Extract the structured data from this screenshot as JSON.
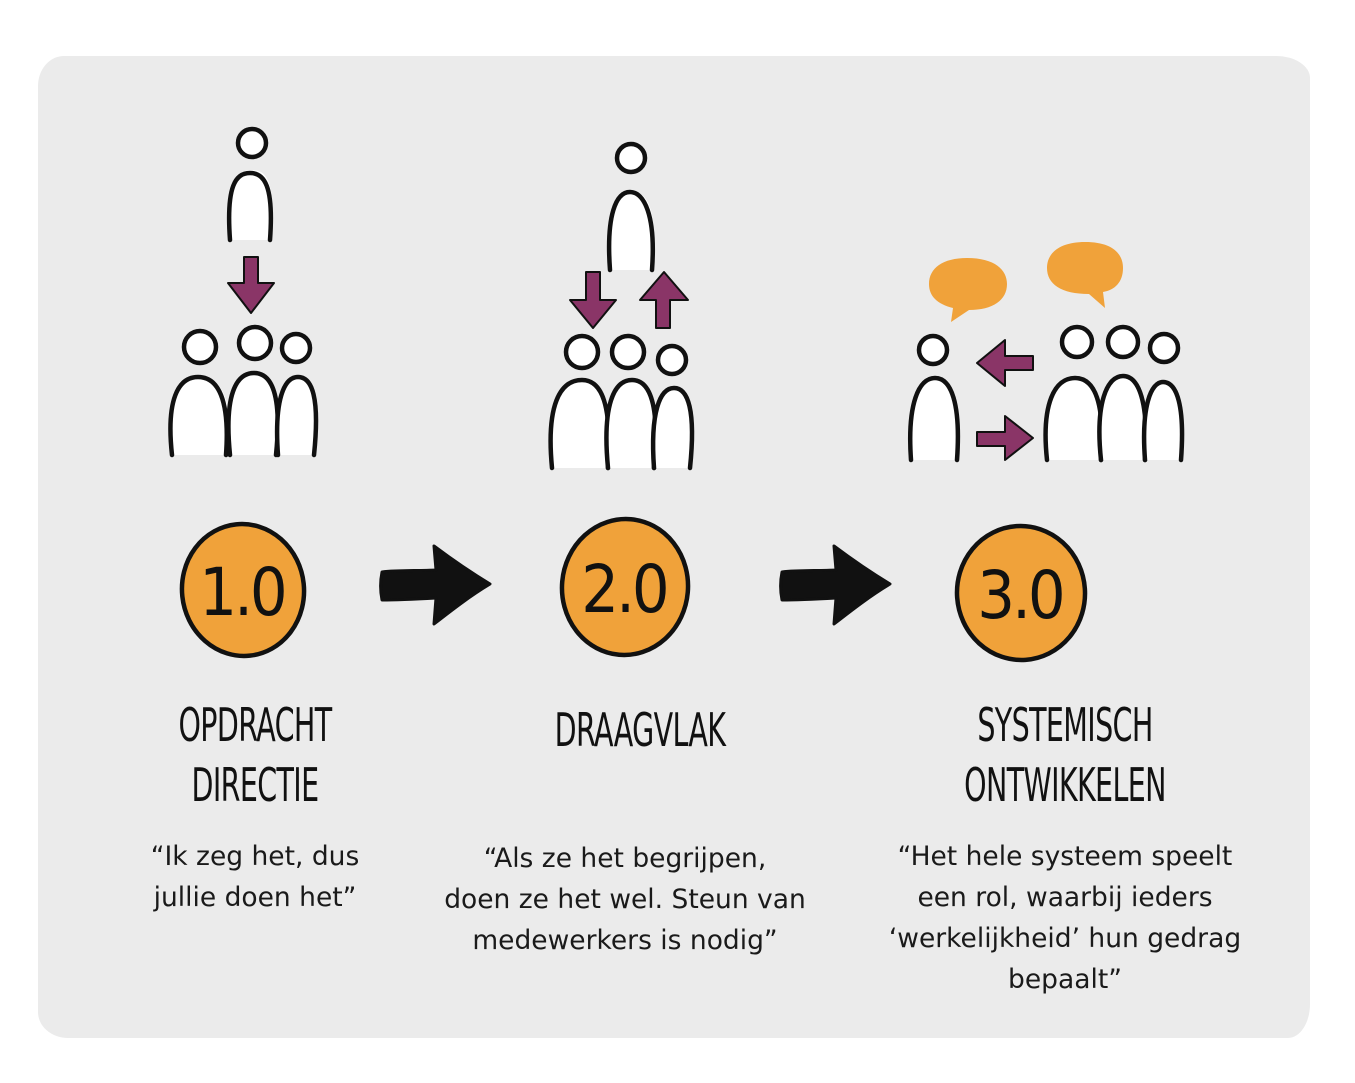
{
  "stages": [
    {
      "number": "1.0",
      "title_line1": "OPDRACHT",
      "title_line2": "DIRECTIE",
      "quote_line1": "“Ik zeg het, dus",
      "quote_line2": "jullie doen het”"
    },
    {
      "number": "2.0",
      "title_line1": "DRAAGVLAK",
      "quote_line1": "“Als ze het begrijpen,",
      "quote_line2": "doen ze het wel. Steun van",
      "quote_line3": "medewerkers is nodig”"
    },
    {
      "number": "3.0",
      "title_line1": "SYSTEMISCH",
      "title_line2": "ONTWIKKELEN",
      "quote_line1": "“Het hele systeem speelt",
      "quote_line2": "een rol, waarbij ieders",
      "quote_line3": "‘werkelijkheid’ hun gedrag",
      "quote_line4": "bepaalt”"
    }
  ],
  "colors": {
    "panel": "#ebebeb",
    "accent_orange": "#f0a23a",
    "accent_purple": "#8a3567",
    "ink": "#111111"
  },
  "icons": [
    "person-icon",
    "group-icon",
    "arrow-down-icon",
    "arrow-up-icon",
    "arrow-left-icon",
    "arrow-right-icon",
    "speech-bubble-icon",
    "flow-arrow-icon"
  ]
}
